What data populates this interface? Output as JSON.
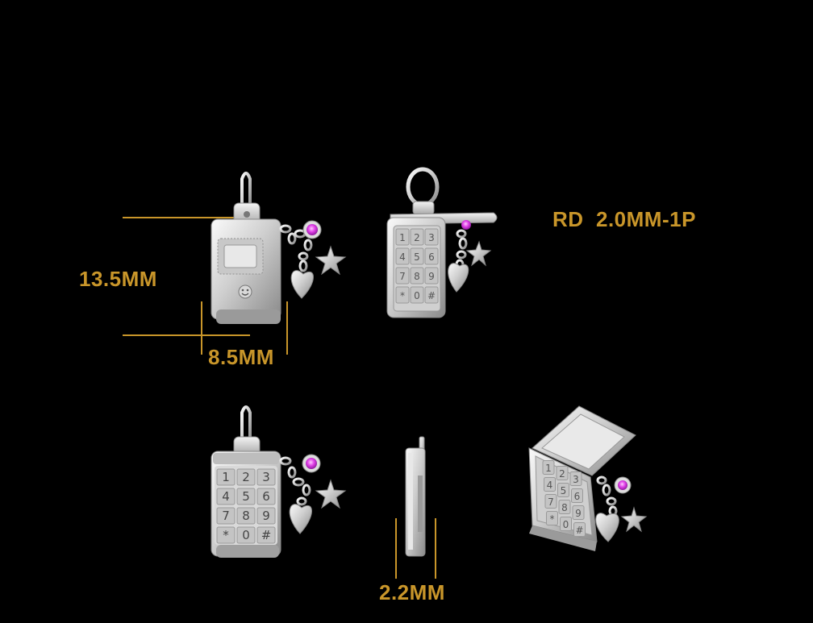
{
  "dimensions": {
    "height_label": "13.5MM",
    "width_label": "8.5MM",
    "thickness_label": "2.2MM"
  },
  "stone_label": "RD  2.0MM-1P",
  "keypad_keys": [
    "1",
    "2",
    "3",
    "4",
    "5",
    "6",
    "7",
    "8",
    "9",
    "*",
    "0",
    "#"
  ],
  "colors": {
    "background": "#000000",
    "dimension_gold": "#c9962a",
    "silver_light": "#f2f2f2",
    "silver_mid": "#b8b8b8",
    "silver_dark": "#6e6e6e",
    "gem_pink": "#e040e8"
  }
}
